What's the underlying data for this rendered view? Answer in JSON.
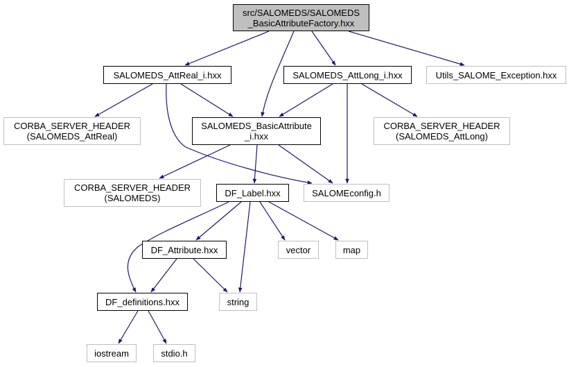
{
  "graph": {
    "title": "src/SALOMEDS/SALOMEDS_BasicAttributeFactory.hxx",
    "edge_color": "#191970",
    "nodes": {
      "root": {
        "label": "src/SALOMEDS/SALOMEDS\n_BasicAttributeFactory.hxx",
        "kind": "root"
      },
      "attreal": {
        "label": "SALOMEDS_AttReal_i.hxx",
        "kind": "documented"
      },
      "attlong": {
        "label": "SALOMEDS_AttLong_i.hxx",
        "kind": "documented"
      },
      "utils_exc": {
        "label": "Utils_SALOME_Exception.hxx",
        "kind": "external"
      },
      "corba_attreal": {
        "label": "CORBA_SERVER_HEADER\n(SALOMEDS_AttReal)",
        "kind": "external"
      },
      "basicattr": {
        "label": "SALOMEDS_BasicAttribute\n_i.hxx",
        "kind": "documented"
      },
      "corba_attlong": {
        "label": "CORBA_SERVER_HEADER\n(SALOMEDS_AttLong)",
        "kind": "external"
      },
      "corba_salomeds": {
        "label": "CORBA_SERVER_HEADER\n(SALOMEDS)",
        "kind": "external"
      },
      "df_label": {
        "label": "DF_Label.hxx",
        "kind": "documented"
      },
      "salomeconfig": {
        "label": "SALOMEconfig.h",
        "kind": "external"
      },
      "df_attribute": {
        "label": "DF_Attribute.hxx",
        "kind": "documented"
      },
      "vector": {
        "label": "vector",
        "kind": "external"
      },
      "map": {
        "label": "map",
        "kind": "external"
      },
      "df_definitions": {
        "label": "DF_definitions.hxx",
        "kind": "documented"
      },
      "string": {
        "label": "string",
        "kind": "external"
      },
      "iostream": {
        "label": "iostream",
        "kind": "external"
      },
      "stdio": {
        "label": "stdio.h",
        "kind": "external"
      }
    },
    "edges": [
      [
        "root",
        "attreal"
      ],
      [
        "root",
        "basicattr"
      ],
      [
        "root",
        "attlong"
      ],
      [
        "root",
        "utils_exc"
      ],
      [
        "attreal",
        "corba_attreal"
      ],
      [
        "attreal",
        "basicattr"
      ],
      [
        "attreal",
        "salomeconfig"
      ],
      [
        "attlong",
        "basicattr"
      ],
      [
        "attlong",
        "salomeconfig"
      ],
      [
        "attlong",
        "corba_attlong"
      ],
      [
        "basicattr",
        "corba_salomeds"
      ],
      [
        "basicattr",
        "df_label"
      ],
      [
        "basicattr",
        "salomeconfig"
      ],
      [
        "df_label",
        "df_definitions"
      ],
      [
        "df_label",
        "df_attribute"
      ],
      [
        "df_label",
        "string"
      ],
      [
        "df_label",
        "vector"
      ],
      [
        "df_label",
        "map"
      ],
      [
        "df_attribute",
        "df_definitions"
      ],
      [
        "df_attribute",
        "string"
      ],
      [
        "df_definitions",
        "iostream"
      ],
      [
        "df_definitions",
        "stdio"
      ]
    ]
  }
}
